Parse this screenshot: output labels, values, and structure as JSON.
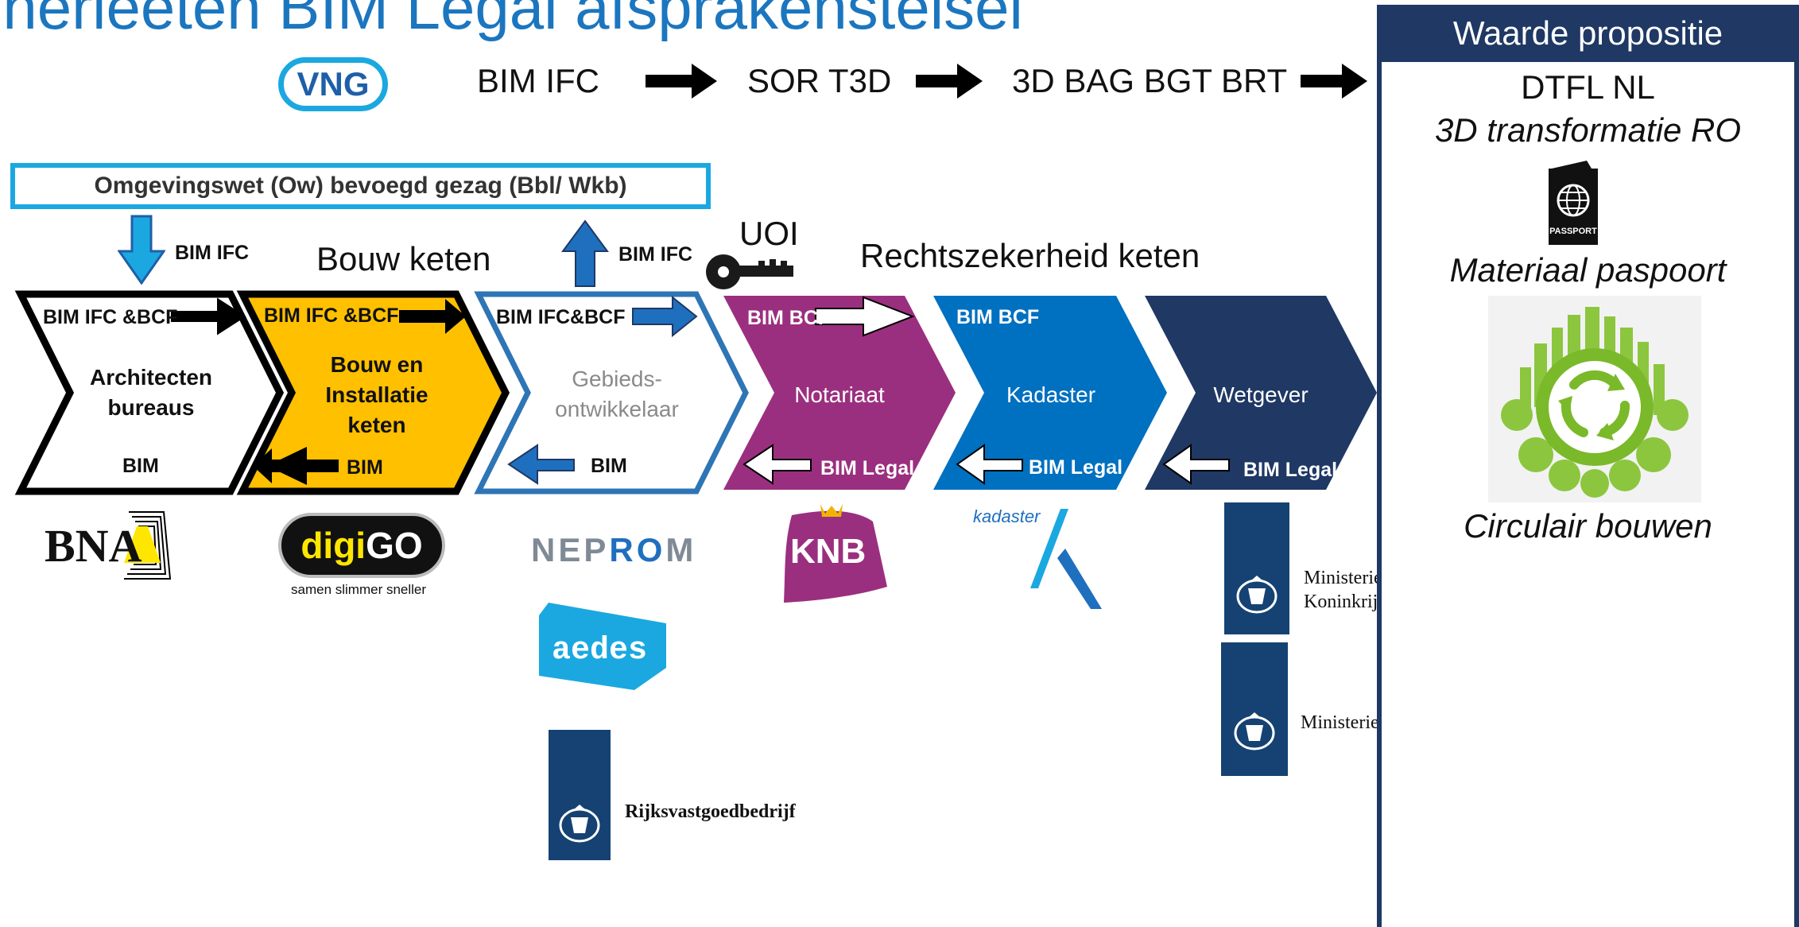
{
  "title": "enerieeten BIM Legal afsprakenstelsel",
  "flow": {
    "vng_logo": "VNG",
    "step1": "BIM IFC",
    "step2": "SOR  T3D",
    "step3": "3D BAG BGT BRT"
  },
  "omgevingswet_box": "Omgevingswet (Ow) bevoegd gezag (Bbl/ Wkb)",
  "labels": {
    "bim_ifc_down": "BIM IFC",
    "bim_ifc_up": "BIM IFC",
    "uoi": "UOI",
    "bouw_keten": "Bouw keten",
    "rechtszekerheid_keten": "Rechtszekerheid keten"
  },
  "chevrons": [
    {
      "top": "BIM IFC &BCF",
      "name_lines": [
        "Architecten",
        "bureaus"
      ],
      "bottom": "BIM"
    },
    {
      "top": "BIM IFC &BCF",
      "name_lines": [
        "Bouw en",
        "Installatie",
        "keten"
      ],
      "bottom": "BIM"
    },
    {
      "top": "BIM IFC&BCF",
      "name_lines": [
        "Gebieds-",
        "ontwikkelaar"
      ],
      "bottom": "BIM"
    },
    {
      "top": "BIM BCF",
      "name_lines": [
        "Notariaat"
      ],
      "bottom": "BIM Legal"
    },
    {
      "top": "BIM BCF",
      "name_lines": [
        "Kadaster"
      ],
      "bottom": "BIM Legal"
    },
    {
      "top": "",
      "name_lines": [
        "Wetgever"
      ],
      "bottom": "BIM Legal"
    }
  ],
  "colors": {
    "blue_title": "#1b76bf",
    "light_blue": "#1ba8e0",
    "yellow": "#ffc000",
    "purple": "#9b2f7f",
    "kadaster_blue": "#0070c0",
    "navy": "#1f3864",
    "rijks_blue": "#154273"
  },
  "logos": {
    "bna": "BNA",
    "digigo": "digiGO",
    "digigo_sub": "samen slimmer sneller",
    "neprom": "NEPROM",
    "aedes": "aedes",
    "knb": "KNB",
    "kadaster": "kadaster",
    "rijksvastgoedbedrijf": "Rijksvastgoedbedrijf",
    "ministerie_bzk_lines": [
      "Ministerie van Binnenlandse Zaken en",
      "Koninkrijksrelaties"
    ],
    "ministerie_jv": "Ministerie van Justitie en Veiligheid"
  },
  "panel": {
    "header": "Waarde propositie",
    "line1": "DTFL NL",
    "line2": "3D transformatie RO",
    "passport_label": "PASSPORT",
    "line3": "Materiaal paspoort",
    "line4": "Circulair bouwen"
  }
}
